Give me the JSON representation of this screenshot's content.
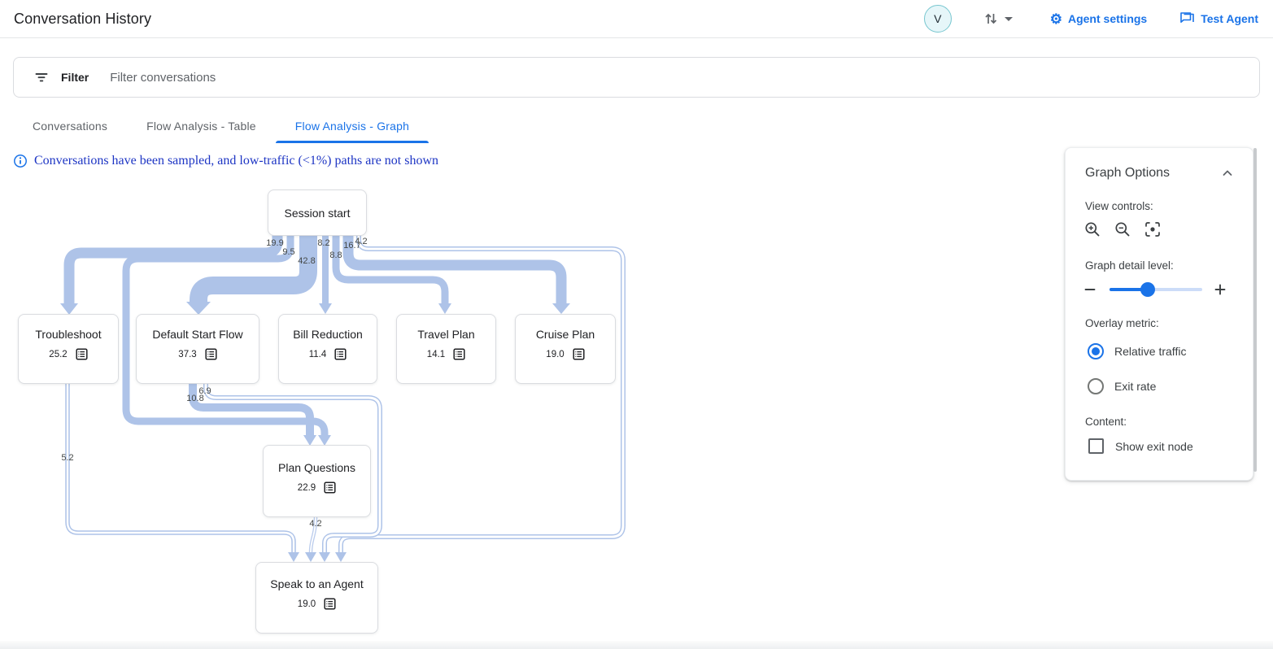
{
  "header": {
    "title": "Conversation History",
    "avatar_initial": "V",
    "agent_settings_label": "Agent settings",
    "test_agent_label": "Test Agent"
  },
  "filter": {
    "label": "Filter",
    "placeholder": "Filter conversations"
  },
  "tabs": [
    {
      "label": "Conversations",
      "active": false
    },
    {
      "label": "Flow Analysis - Table",
      "active": false
    },
    {
      "label": "Flow Analysis - Graph",
      "active": true
    }
  ],
  "notice": {
    "text": "Conversations have been sampled, and low-traffic (<1%) paths are not shown"
  },
  "graph": {
    "nodes": [
      {
        "label": "Session start"
      },
      {
        "label": "Troubleshoot",
        "value": "25.2"
      },
      {
        "label": "Default Start Flow",
        "value": "37.3"
      },
      {
        "label": "Bill Reduction",
        "value": "11.4"
      },
      {
        "label": "Travel Plan",
        "value": "14.1"
      },
      {
        "label": "Cruise Plan",
        "value": "19.0"
      },
      {
        "label": "Plan Questions",
        "value": "22.9"
      },
      {
        "label": "Speak to an Agent",
        "value": "19.0"
      }
    ],
    "edges": [
      {
        "from": "Session start",
        "to": "Troubleshoot",
        "value": "19.9"
      },
      {
        "from": "Session start",
        "to": "Plan Questions",
        "value": "9.5"
      },
      {
        "from": "Session start",
        "to": "Default Start Flow",
        "value": "42.8"
      },
      {
        "from": "Session start",
        "to": "Bill Reduction",
        "value": "8.2"
      },
      {
        "from": "Session start",
        "to": "Travel Plan",
        "value": "8.8"
      },
      {
        "from": "Session start",
        "to": "Cruise Plan",
        "value": "16.7"
      },
      {
        "from": "Session start",
        "to": "Speak to an Agent",
        "value": "4.2"
      },
      {
        "from": "Troubleshoot",
        "to": "Speak to an Agent",
        "value": "5.2"
      },
      {
        "from": "Default Start Flow",
        "to": "Plan Questions",
        "value": "10.8"
      },
      {
        "from": "Default Start Flow",
        "to": "Speak to an Agent",
        "value": "6.9"
      },
      {
        "from": "Plan Questions",
        "to": "Speak to an Agent",
        "value": "4.2"
      }
    ],
    "edge_color": "#aec3e8"
  },
  "options_panel": {
    "title": "Graph Options",
    "view_controls_label": "View controls:",
    "detail_label": "Graph detail level:",
    "slider_percent": 41,
    "overlay_label": "Overlay metric:",
    "radios": [
      {
        "label": "Relative traffic",
        "selected": true
      },
      {
        "label": "Exit rate",
        "selected": false
      }
    ],
    "content_label": "Content:",
    "checkbox": {
      "label": "Show exit node",
      "checked": false
    }
  },
  "colors": {
    "accent_blue": "#1a73e8",
    "notice_blue": "#1d35c4",
    "edge_blue": "#aec3e8"
  }
}
